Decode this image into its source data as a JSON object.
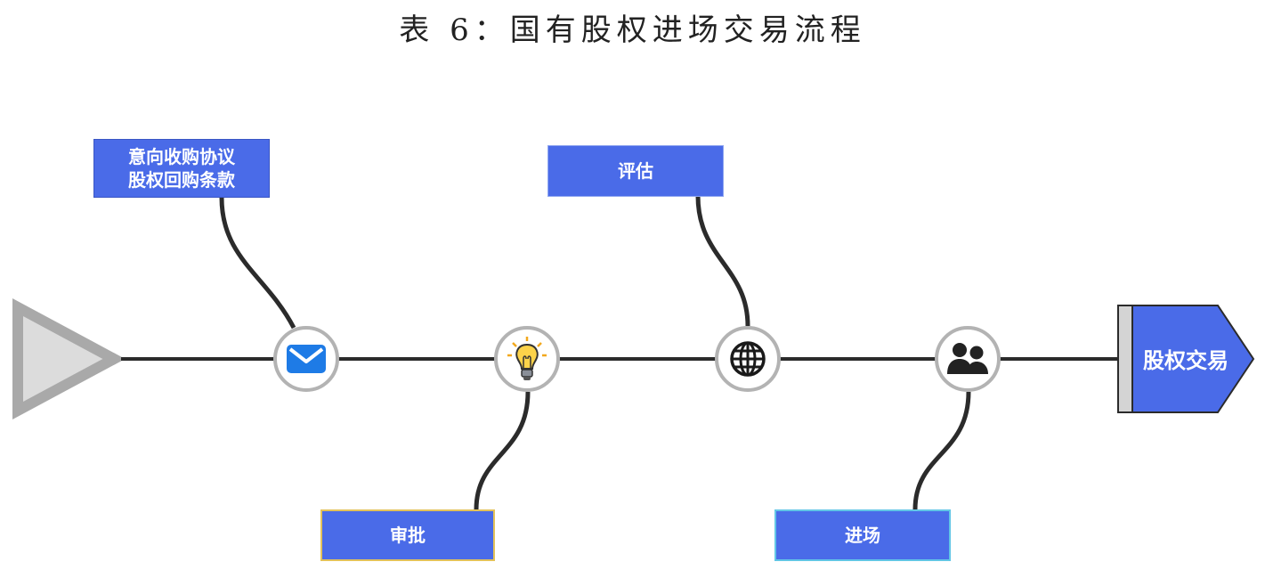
{
  "title": "表 6：国有股权进场交易流程",
  "steps": [
    {
      "label_lines": [
        "意向收购协议",
        "股权回购条款"
      ],
      "icon": "envelope-icon"
    },
    {
      "label_lines": [
        "审批"
      ],
      "icon": "lightbulb-icon"
    },
    {
      "label_lines": [
        "评估"
      ],
      "icon": "globe-icon"
    },
    {
      "label_lines": [
        "进场"
      ],
      "icon": "people-icon"
    }
  ],
  "end_label": "股权交易",
  "colors": {
    "box": "#4a6be8",
    "line": "#2b2b2b",
    "node_border": "#b3b3b3",
    "start_triangle": "#a9a9a9",
    "end_tab": "#d4d4d4"
  }
}
